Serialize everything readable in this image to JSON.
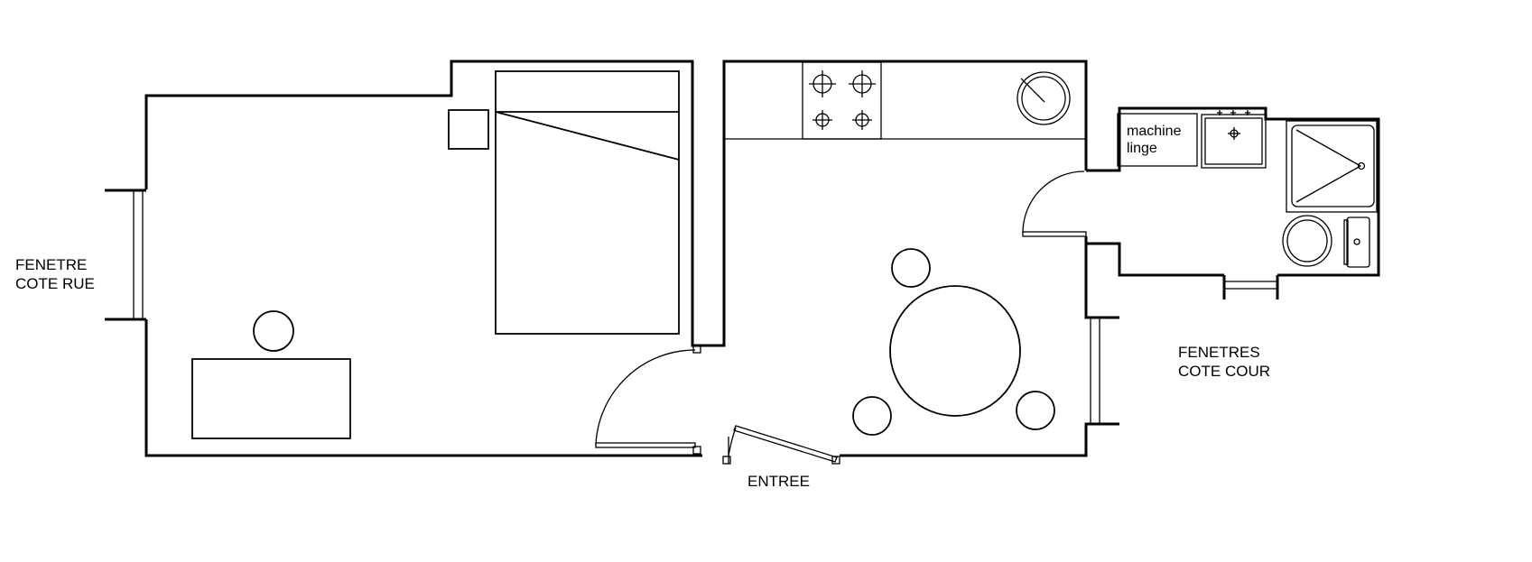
{
  "labels": {
    "street_window_line1": "FENETRE",
    "street_window_line2": "COTE RUE",
    "courtyard_windows_line1": "FENETRES",
    "courtyard_windows_line2": "COTE COUR",
    "entrance": "ENTREE",
    "washing_machine_line1": "machine",
    "washing_machine_line2": "linge"
  },
  "icons": {
    "bed": "bed-icon",
    "stove": "stove-icon",
    "sink": "sink-icon",
    "shower": "shower-icon",
    "toilet": "toilet-icon",
    "table": "table-icon",
    "desk": "desk-icon",
    "washing_machine": "washing-machine-icon"
  },
  "colors": {
    "line": "#000000",
    "background": "#ffffff"
  }
}
